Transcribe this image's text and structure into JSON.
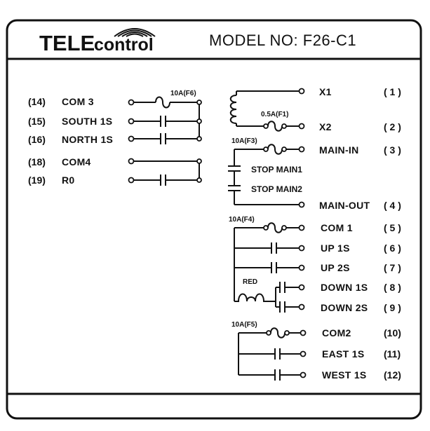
{
  "brand": {
    "tele": "TELE",
    "control": "control"
  },
  "model": {
    "label": "MODEL NO: F26-C1"
  },
  "left": [
    {
      "num": "(14)",
      "label": "COM 3"
    },
    {
      "num": "(15)",
      "label": "SOUTH 1S"
    },
    {
      "num": "(16)",
      "label": "NORTH 1S"
    },
    {
      "num": "(18)",
      "label": "COM4"
    },
    {
      "num": "(19)",
      "label": "R0"
    }
  ],
  "left_fuse": "10A(F6)",
  "right": [
    {
      "label": "X1",
      "num": "( 1 )"
    },
    {
      "label": "X2",
      "num": "( 2 )"
    },
    {
      "label": "MAIN-IN",
      "num": "( 3 )"
    },
    {
      "label": "MAIN-OUT",
      "num": "( 4 )"
    },
    {
      "label": "COM 1",
      "num": "( 5 )"
    },
    {
      "label": "UP  1S",
      "num": "( 6 )"
    },
    {
      "label": "UP  2S",
      "num": "( 7 )"
    },
    {
      "label": "DOWN 1S",
      "num": "( 8 )"
    },
    {
      "label": "DOWN 2S",
      "num": "( 9 )"
    },
    {
      "label": "COM2",
      "num": "(10)"
    },
    {
      "label": "EAST 1S",
      "num": "(11)"
    },
    {
      "label": "WEST 1S",
      "num": "(12)"
    }
  ],
  "fuses": {
    "f1": "0.5A(F1)",
    "f3": "10A(F3)",
    "f4": "10A(F4)",
    "f5": "10A(F5)"
  },
  "stop": {
    "main1": "STOP MAIN1",
    "main2": "STOP MAIN2"
  },
  "red_label": "RED"
}
